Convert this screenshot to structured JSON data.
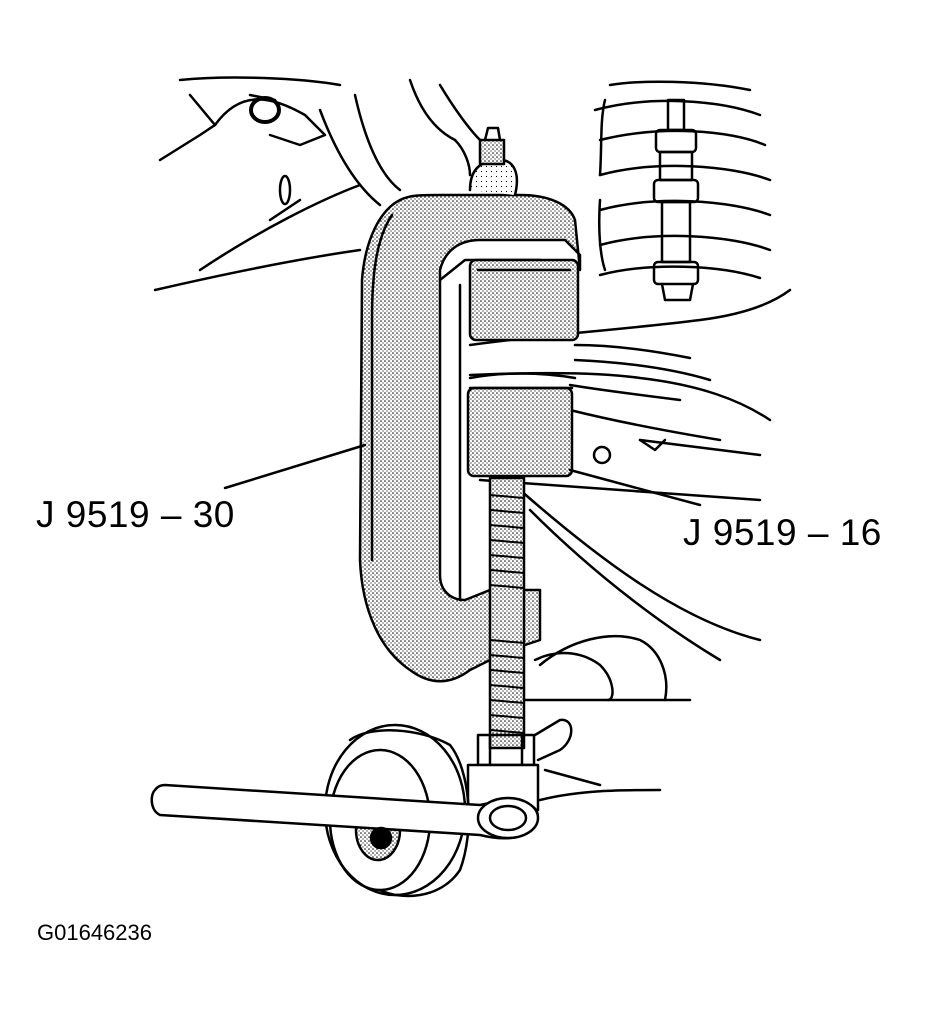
{
  "diagram": {
    "callouts": [
      {
        "id": "left",
        "text": "J 9519 – 30"
      },
      {
        "id": "right",
        "text": "J 9519 – 16"
      }
    ],
    "figure_id": "G01646236",
    "colors": {
      "ink": "#000000",
      "paper": "#ffffff",
      "stipple": "#b0b0b0"
    }
  }
}
